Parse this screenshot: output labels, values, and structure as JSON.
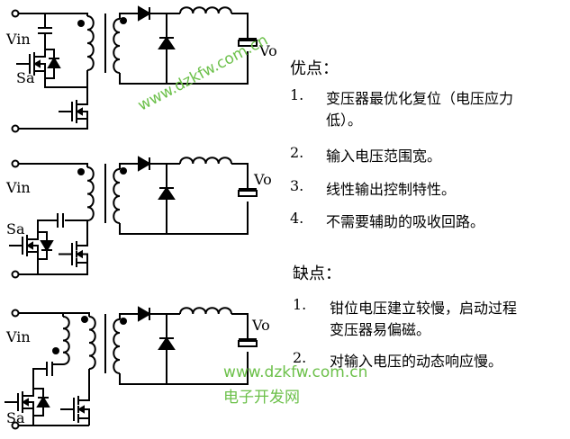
{
  "labels": {
    "vin": "Vin",
    "sa": "Sa",
    "vo": "Vo"
  },
  "pros": {
    "title": "优点：",
    "items": [
      {
        "num": "1.",
        "lines": [
          "变压器最优化复位（电压应力",
          "低）。"
        ]
      },
      {
        "num": "2.",
        "lines": [
          "输入电压范围宽。"
        ]
      },
      {
        "num": "3.",
        "lines": [
          "线性输出控制特性。"
        ]
      },
      {
        "num": "4.",
        "lines": [
          "不需要辅助的吸收回路。"
        ]
      }
    ]
  },
  "cons": {
    "title": "缺点：",
    "items": [
      {
        "num": "1.",
        "lines": [
          "钳位电压建立较慢，启动过程",
          "变压器易偏磁。"
        ]
      },
      {
        "num": "2.",
        "lines": [
          "对输入电压的动态响应慢。"
        ]
      }
    ]
  },
  "watermark": {
    "url": "www.dzkfw.com.cn",
    "name": "电子开发网"
  },
  "colors": {
    "watermark": "#6cc04a",
    "line": "#000000"
  }
}
